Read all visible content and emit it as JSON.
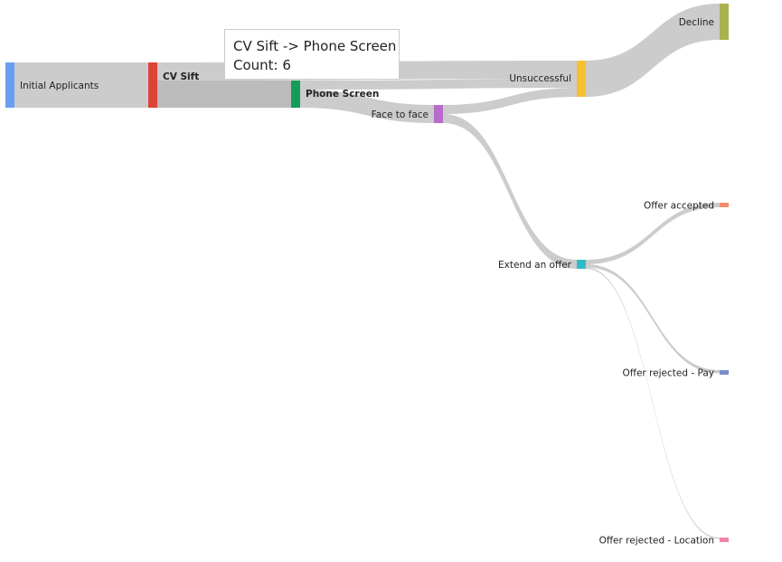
{
  "chart_data": {
    "type": "sankey",
    "nodes": [
      {
        "id": "initial",
        "label": "Initial Applicants",
        "color": "#6a9ef0"
      },
      {
        "id": "cvsift",
        "label": "CV Sift",
        "color": "#dc4437"
      },
      {
        "id": "phone",
        "label": "Phone Screen",
        "color": "#149d58"
      },
      {
        "id": "f2f",
        "label": "Face to face",
        "color": "#b86bca"
      },
      {
        "id": "unsuccessful",
        "label": "Unsuccessful",
        "color": "#f6c12e"
      },
      {
        "id": "decline",
        "label": "Decline",
        "color": "#aab151"
      },
      {
        "id": "offer",
        "label": "Extend an offer",
        "color": "#2fbcc8"
      },
      {
        "id": "accepted",
        "label": "Offer accepted",
        "color": "#f18d6c"
      },
      {
        "id": "rej_pay",
        "label": "Offer rejected - Pay",
        "color": "#7a8ccb"
      },
      {
        "id": "rej_loc",
        "label": "Offer rejected - Location",
        "color": "#f183ad"
      }
    ],
    "links": [
      {
        "source": "initial",
        "target": "cvsift",
        "value": 10
      },
      {
        "source": "cvsift",
        "target": "unsuccessful",
        "value": 4
      },
      {
        "source": "cvsift",
        "target": "phone",
        "value": 6
      },
      {
        "source": "phone",
        "target": "unsuccessful",
        "value": 2
      },
      {
        "source": "phone",
        "target": "f2f",
        "value": 4
      },
      {
        "source": "f2f",
        "target": "unsuccessful",
        "value": 2
      },
      {
        "source": "f2f",
        "target": "offer",
        "value": 2
      },
      {
        "source": "unsuccessful",
        "target": "decline",
        "value": 8
      },
      {
        "source": "offer",
        "target": "accepted",
        "value": 1
      },
      {
        "source": "offer",
        "target": "rej_pay",
        "value": 0.7
      },
      {
        "source": "offer",
        "target": "rej_loc",
        "value": 0.3
      }
    ],
    "highlighted_link": {
      "source": "cvsift",
      "target": "phone"
    },
    "link_color": "#cccccc",
    "link_highlight_color": "#bbbbbb"
  },
  "tooltip": {
    "line1": "CV Sift -> Phone Screen",
    "line2": "Count: 6"
  }
}
